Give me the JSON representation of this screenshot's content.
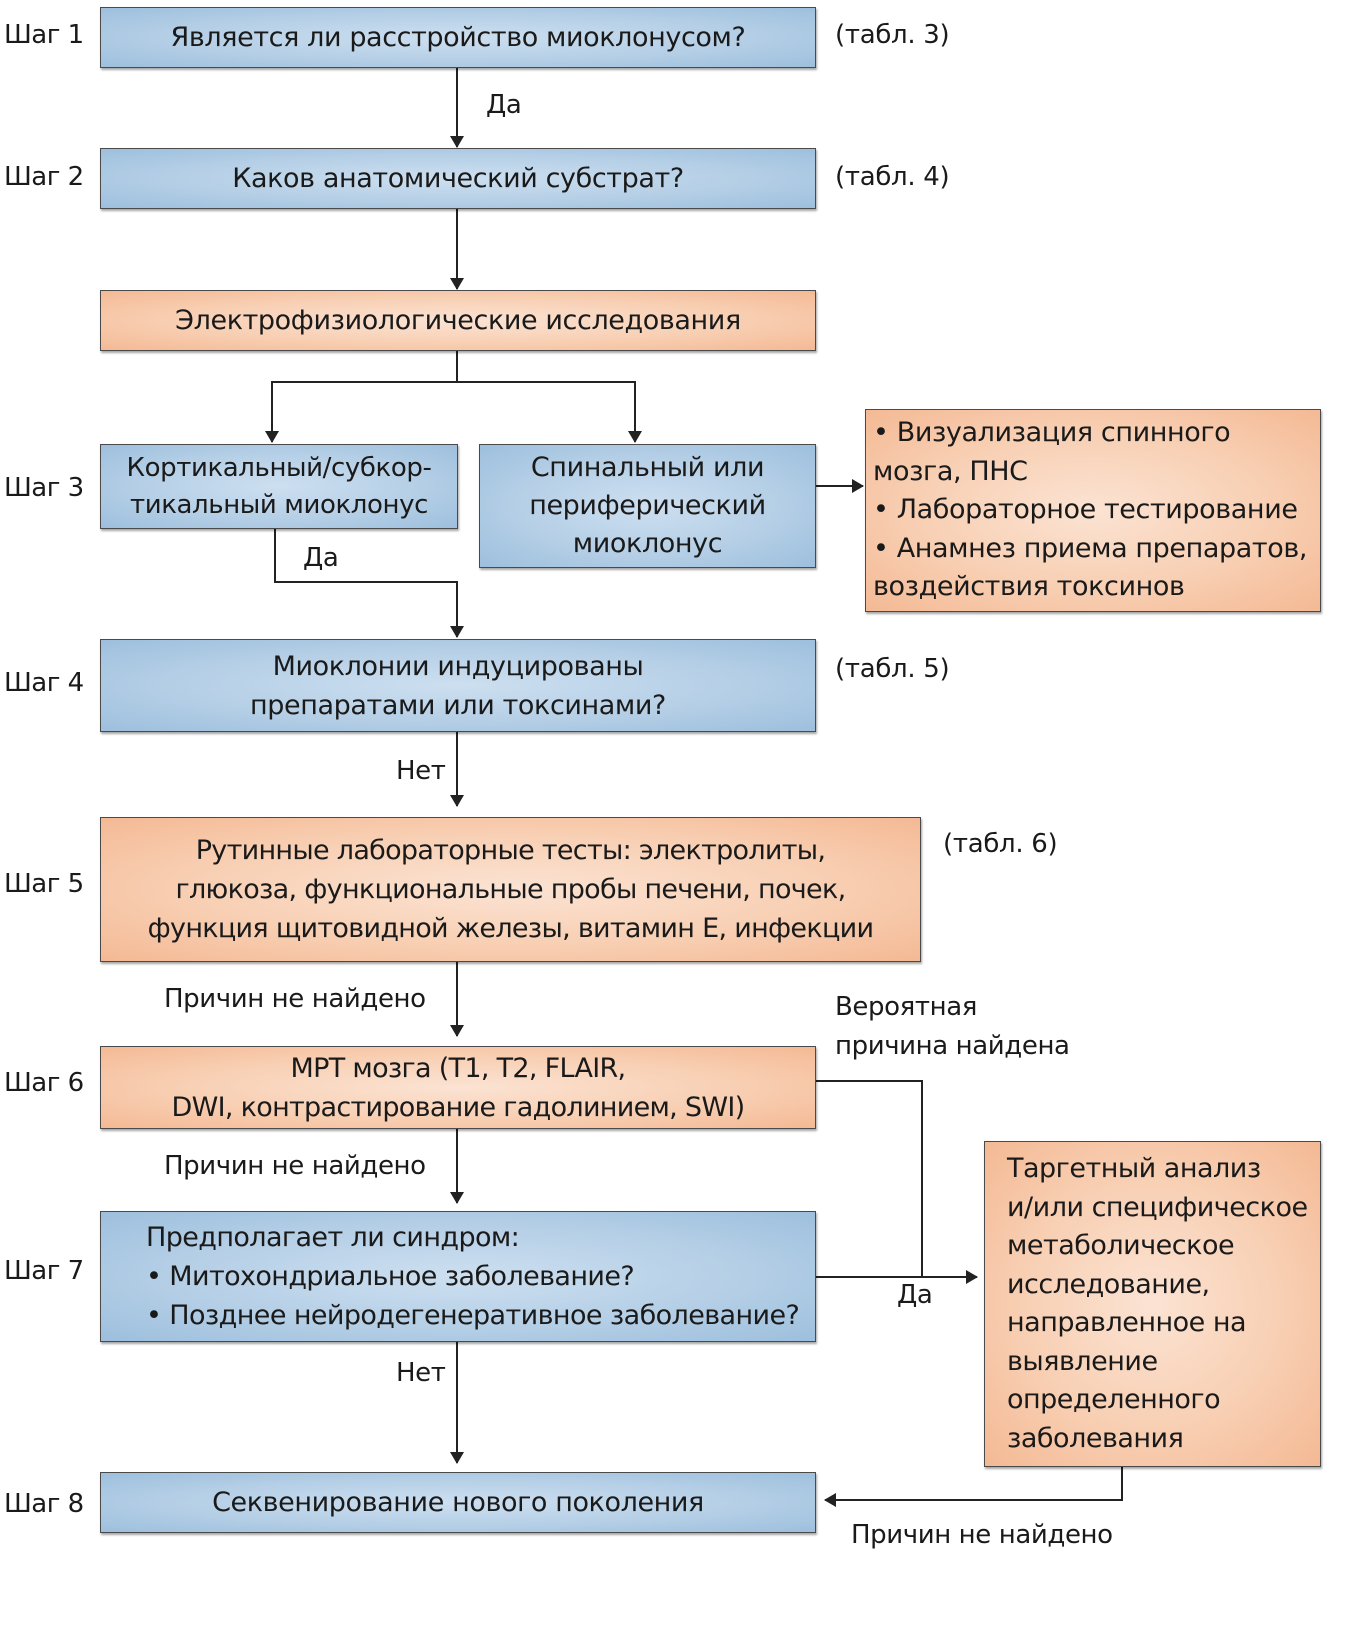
{
  "steps": [
    "Шаг 1",
    "Шаг 2",
    "Шаг 3",
    "Шаг 4",
    "Шаг 5",
    "Шаг 6",
    "Шаг 7",
    "Шаг 8"
  ],
  "refs": {
    "step1": "(табл. 3)",
    "step2": "(табл. 4)",
    "step4": "(табл. 5)",
    "step5": "(табл. 6)"
  },
  "boxes": {
    "step1": "Является ли расстройство миоклонусом?",
    "step2": "Каков анатомический субстрат?",
    "electro": "Электрофизиологические исследования",
    "cortical": [
      "Кортикальный/субкор-",
      "тикальный миоклонус"
    ],
    "spinal": [
      "Спинальный или",
      "периферический",
      "миоклонус"
    ],
    "spinal_workup": [
      "• Визуализация спинного",
      "мозга, ПНС",
      "• Лабораторное тестирование",
      "• Анамнез приема препаратов,",
      "воздействия токсинов"
    ],
    "step4": [
      "Миоклонии индуцированы",
      "препаратами или токсинами?"
    ],
    "step5": [
      "Рутинные лабораторные тесты: электролиты,",
      "глюкоза, функциональные пробы печени, почек,",
      "функция щитовидной железы, витамин E, инфекции"
    ],
    "step6": [
      "МРТ мозга (T1, T2, FLAIR,",
      "DWI, контрастирование гадолинием, SWI)"
    ],
    "step7": [
      "Предполагает ли синдром:",
      "• Митохондриальное заболевание?",
      "• Позднее нейродегенеративное заболевание?"
    ],
    "targeted": [
      "Таргетный анализ",
      "и/или специфическое",
      "метаболическое",
      "исследование,",
      "направленное на",
      "выявление",
      "определенного",
      "заболевания"
    ],
    "step8": "Секвенирование нового поколения"
  },
  "edge_labels": {
    "yes1": "Да",
    "yes_cortical": "Да",
    "no4": "Нет",
    "none5": "Причин не найдено",
    "probable": [
      "Вероятная",
      "причина найдена"
    ],
    "none6": "Причин не найдено",
    "yes7": "Да",
    "no7": "Нет",
    "none_targeted": "Причин не найдено"
  },
  "colors": {
    "blue_box": "#b5cfe6",
    "orange_box": "#f8cfb3",
    "line": "#222222"
  }
}
